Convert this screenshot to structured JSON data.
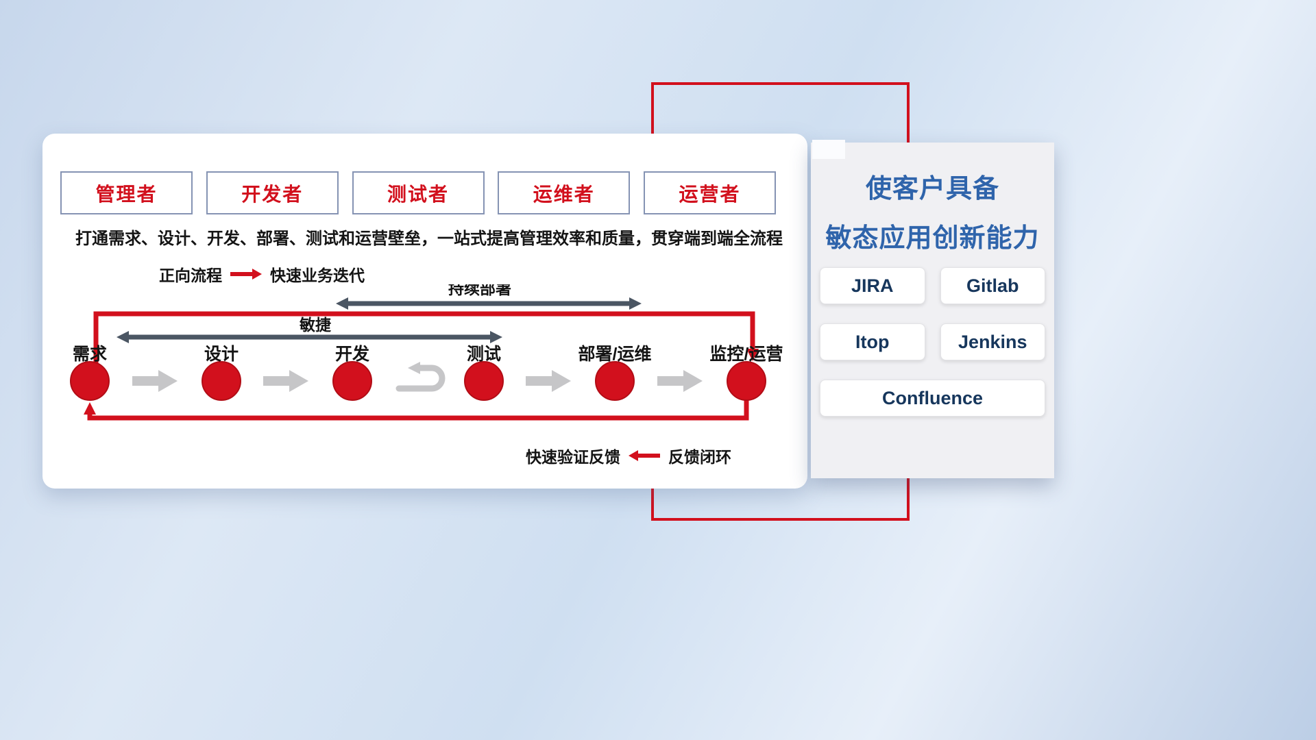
{
  "colors": {
    "accent_red": "#d2101d",
    "title_blue": "#2f64ab",
    "tool_navy": "#16365c",
    "dark_arrow": "#4b5663",
    "gray_arrow": "#c6c6c8"
  },
  "roles": [
    {
      "label": "管理者"
    },
    {
      "label": "开发者"
    },
    {
      "label": "测试者"
    },
    {
      "label": "运维者"
    },
    {
      "label": "运营者"
    }
  ],
  "description": "打通需求、设计、开发、部署、测试和运营壁垒，一站式提高管理效率和质量，贯穿端到端全流程",
  "forward_legend": {
    "label": "正向流程",
    "value": "快速业务迭代"
  },
  "feedback_legend": {
    "label": "快速验证反馈",
    "value": "反馈闭环"
  },
  "flow": {
    "agile_label": "敏捷",
    "cd_label": "持续部署",
    "stages": [
      {
        "label": "需求"
      },
      {
        "label": "设计"
      },
      {
        "label": "开发"
      },
      {
        "label": "测试"
      },
      {
        "label": "部署/运维"
      },
      {
        "label": "监控/运营"
      }
    ]
  },
  "right_panel": {
    "title_line1": "使客户具备",
    "title_line2": "敏态应用创新能力",
    "tools": [
      {
        "label": "JIRA"
      },
      {
        "label": "Gitlab"
      },
      {
        "label": "Itop"
      },
      {
        "label": "Jenkins"
      },
      {
        "label": "Confluence"
      }
    ]
  }
}
